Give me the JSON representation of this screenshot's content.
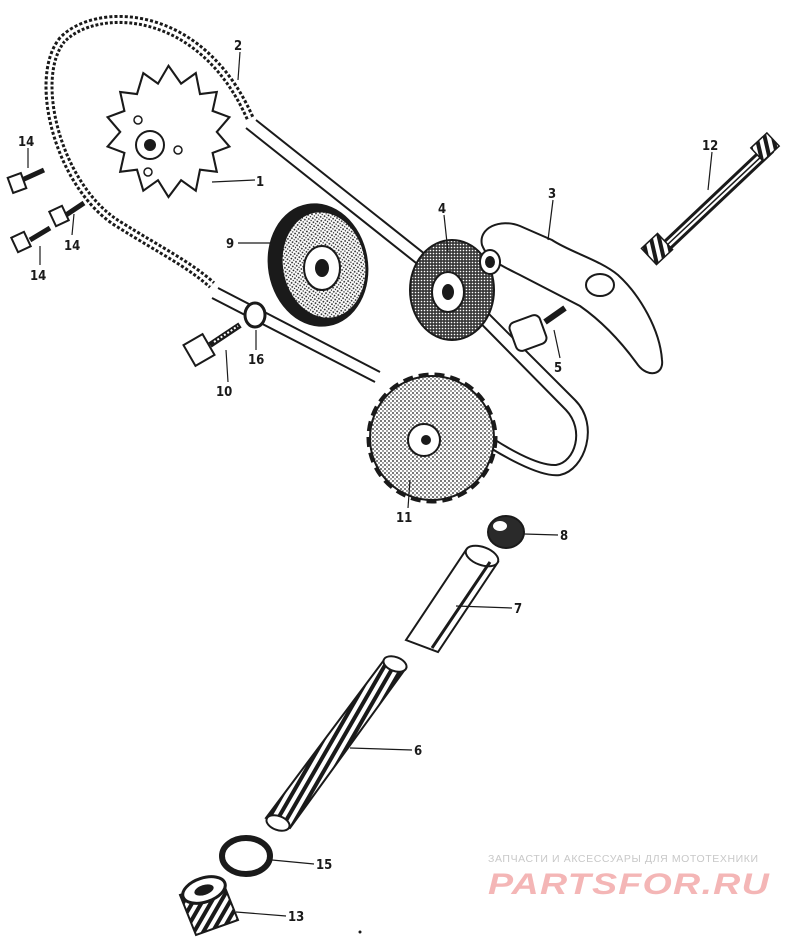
{
  "labels": {
    "p1": "1",
    "p2": "2",
    "p3": "3",
    "p4": "4",
    "p5": "5",
    "p6": "6",
    "p7": "7",
    "p8": "8",
    "p9": "9",
    "p10": "10",
    "p11": "11",
    "p12": "12",
    "p13": "13",
    "p14a": "14",
    "p14b": "14",
    "p14c": "14",
    "p15": "15",
    "p16": "16"
  },
  "watermark": {
    "tagline": "ЗАПЧАСТИ И АКСЕССУАРЫ ДЛЯ МОТОТЕХНИКИ",
    "brand": "PARTSFOR.RU"
  },
  "colors": {
    "ink": "#1a1a1a",
    "watermark_text": "#c8c8c8",
    "watermark_logo": "#f4b6b6"
  }
}
